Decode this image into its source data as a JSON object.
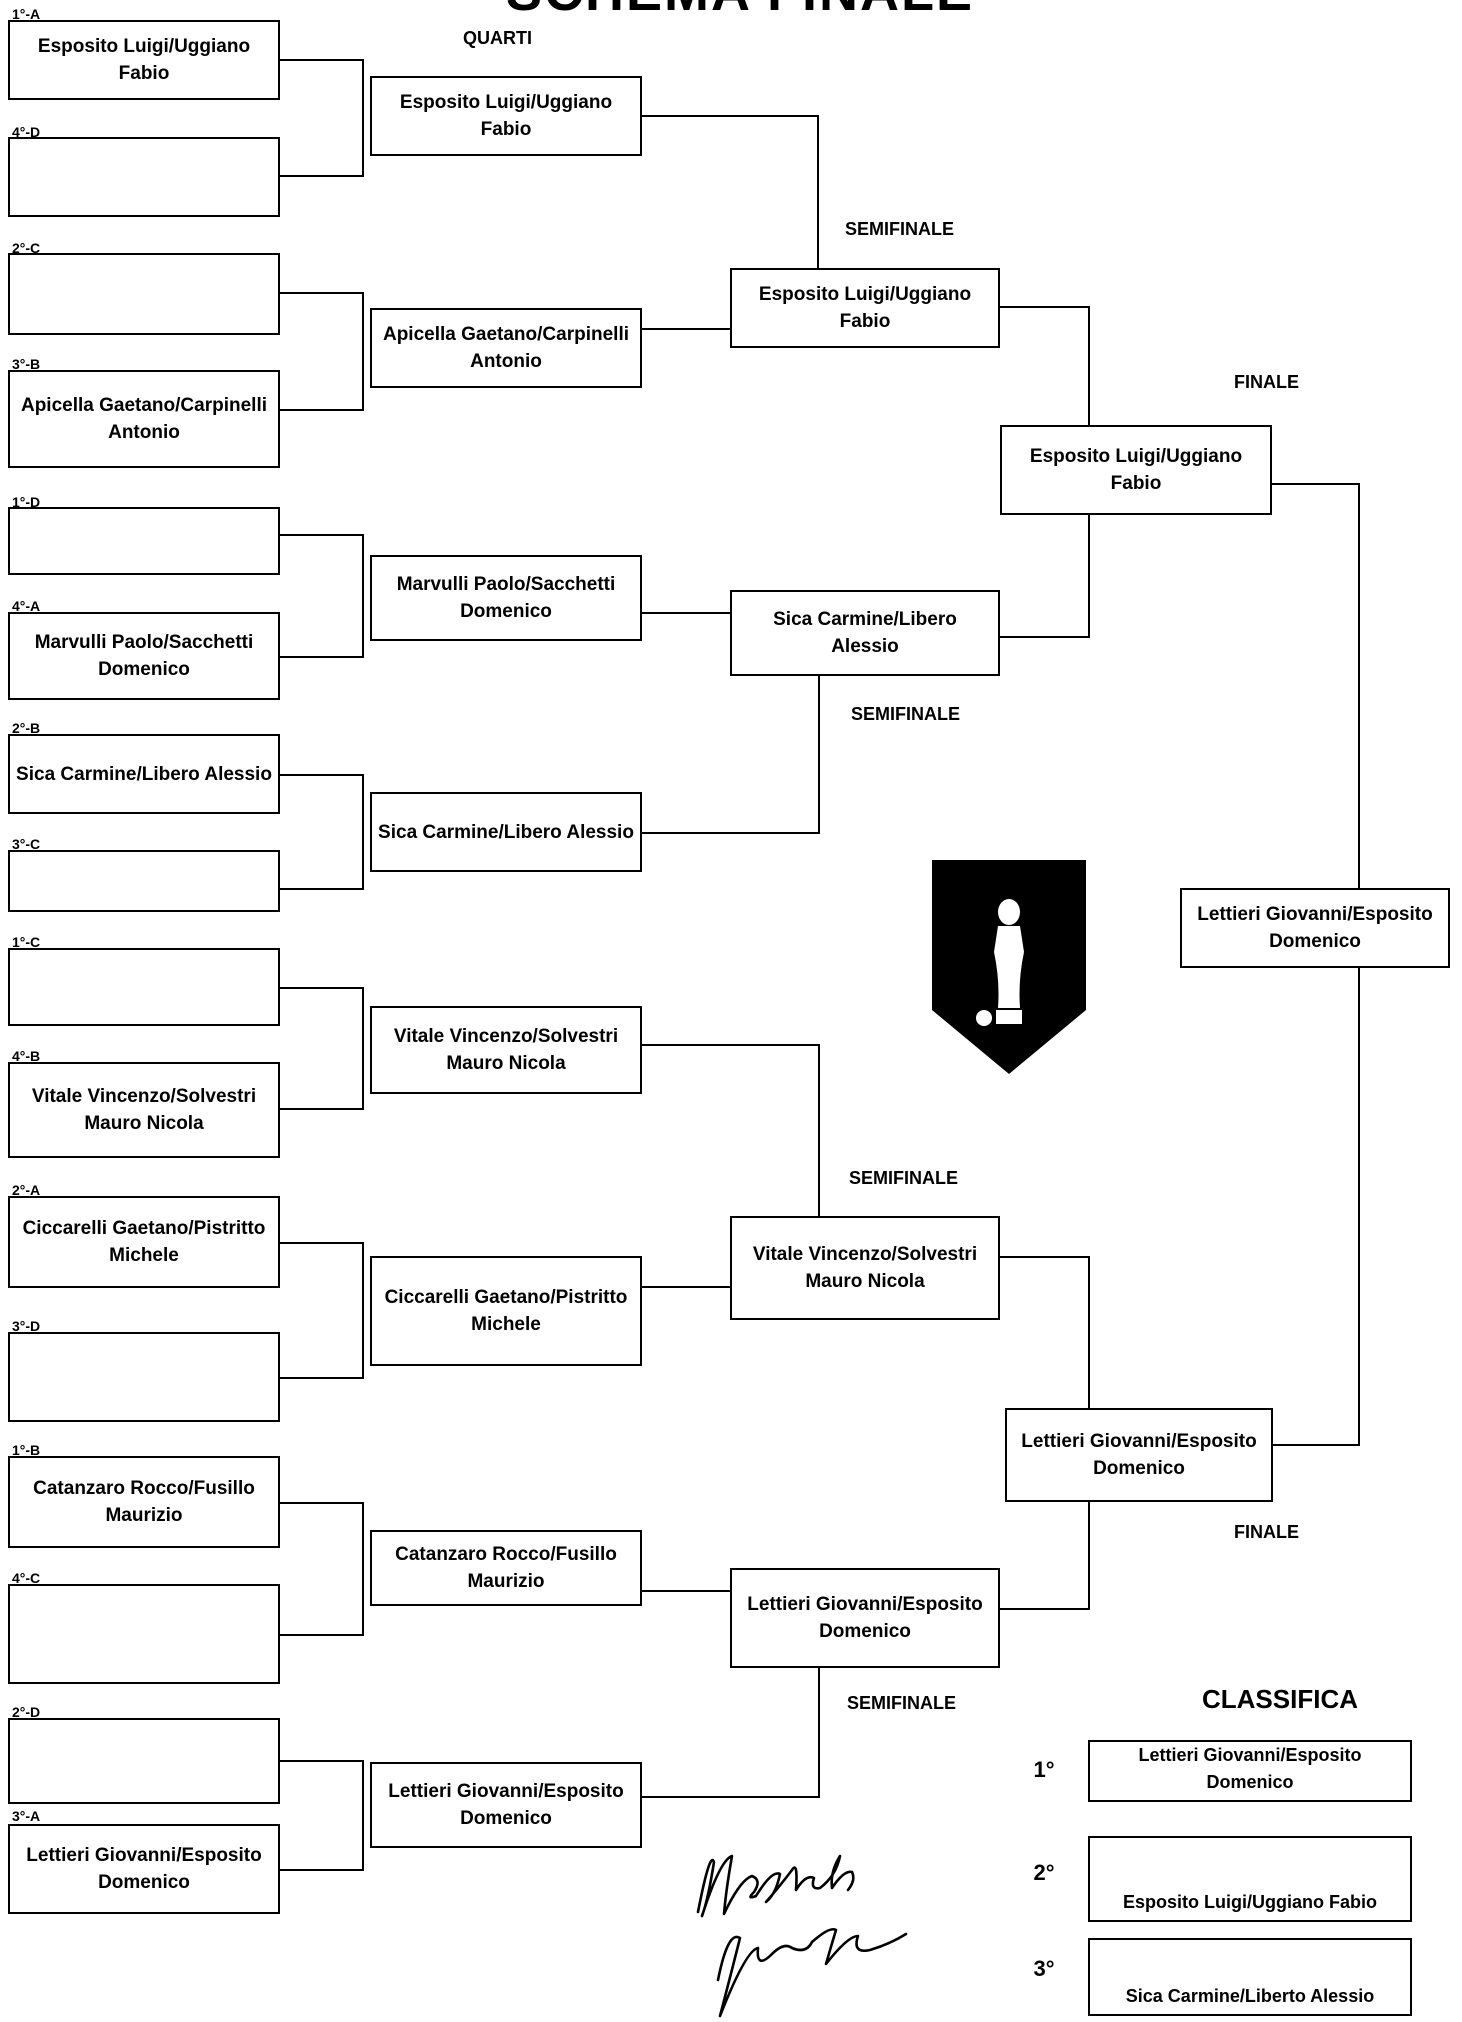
{
  "title": "SCHEMA FINALE",
  "labels": {
    "quarti": "QUARTI",
    "semifinale": "SEMIFINALE",
    "finale": "FINALE",
    "classifica": "CLASSIFICA"
  },
  "first_round": [
    {
      "seed": "1°-A",
      "team": "Esposito Luigi/Uggiano Fabio"
    },
    {
      "seed": "4°-D",
      "team": ""
    },
    {
      "seed": "2°-C",
      "team": ""
    },
    {
      "seed": "3°-B",
      "team": "Apicella Gaetano/Carpinelli Antonio"
    },
    {
      "seed": "1°-D",
      "team": ""
    },
    {
      "seed": "4°-A",
      "team": "Marvulli Paolo/Sacchetti Domenico"
    },
    {
      "seed": "2°-B",
      "team": "Sica Carmine/Libero Alessio"
    },
    {
      "seed": "3°-C",
      "team": ""
    },
    {
      "seed": "1°-C",
      "team": ""
    },
    {
      "seed": "4°-B",
      "team": "Vitale Vincenzo/Solvestri Mauro Nicola"
    },
    {
      "seed": "2°-A",
      "team": "Ciccarelli Gaetano/Pistritto Michele"
    },
    {
      "seed": "3°-D",
      "team": ""
    },
    {
      "seed": "1°-B",
      "team": "Catanzaro Rocco/Fusillo Maurizio"
    },
    {
      "seed": "4°-C",
      "team": ""
    },
    {
      "seed": "2°-D",
      "team": ""
    },
    {
      "seed": "3°-A",
      "team": "Lettieri Giovanni/Esposito Domenico"
    }
  ],
  "quarters": [
    "Esposito Luigi/Uggiano Fabio",
    "Apicella Gaetano/Carpinelli Antonio",
    "Marvulli Paolo/Sacchetti Domenico",
    "Sica Carmine/Libero Alessio",
    "Vitale Vincenzo/Solvestri Mauro Nicola",
    "Ciccarelli Gaetano/Pistritto Michele",
    "Catanzaro Rocco/Fusillo Maurizio",
    "Lettieri Giovanni/Esposito Domenico"
  ],
  "semis": [
    "Esposito Luigi/Uggiano Fabio",
    "Sica Carmine/Libero Alessio",
    "Vitale Vincenzo/Solvestri Mauro Nicola",
    "Lettieri Giovanni/Esposito Domenico"
  ],
  "finals": [
    "Esposito Luigi/Uggiano Fabio",
    "Lettieri Giovanni/Esposito Domenico"
  ],
  "winner": "Lettieri Giovanni/Esposito Domenico",
  "classifica": [
    {
      "place": "1°",
      "team": "Lettieri Giovanni/Esposito Domenico"
    },
    {
      "place": "2°",
      "team": "Esposito Luigi/Uggiano Fabio"
    },
    {
      "place": "3°",
      "team": "Sica Carmine/Liberto Alessio"
    }
  ]
}
